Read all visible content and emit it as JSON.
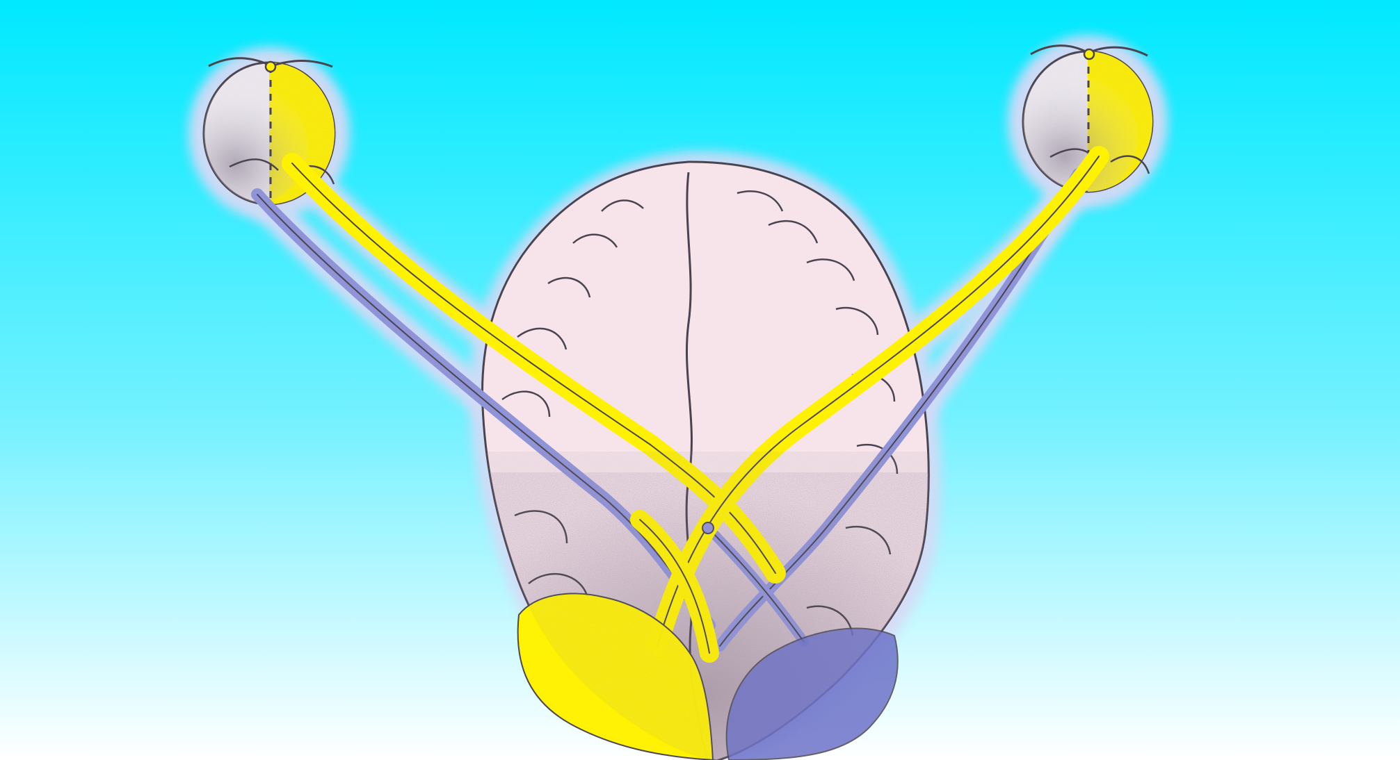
{
  "scene": {
    "subject": "visual-pathway-illustration",
    "colors": {
      "background_top": "#00e9ff",
      "background_mid": "#74f1ff",
      "background_bottom": "#ffffff",
      "brain_fill": "#f6e4ea",
      "brain_outline": "#4a4450",
      "eye_fill": "#f1eef3",
      "highlight_yellow": "#fff200",
      "pathway_blue": "#8f93d8",
      "cortex_blue": "#6d72c8",
      "halo": "#d7d9f5"
    },
    "parts": [
      "left-eye",
      "right-eye",
      "left-optic-nerve",
      "right-optic-nerve",
      "optic-crossing",
      "brain",
      "left-visual-cortex",
      "right-visual-cortex"
    ]
  }
}
